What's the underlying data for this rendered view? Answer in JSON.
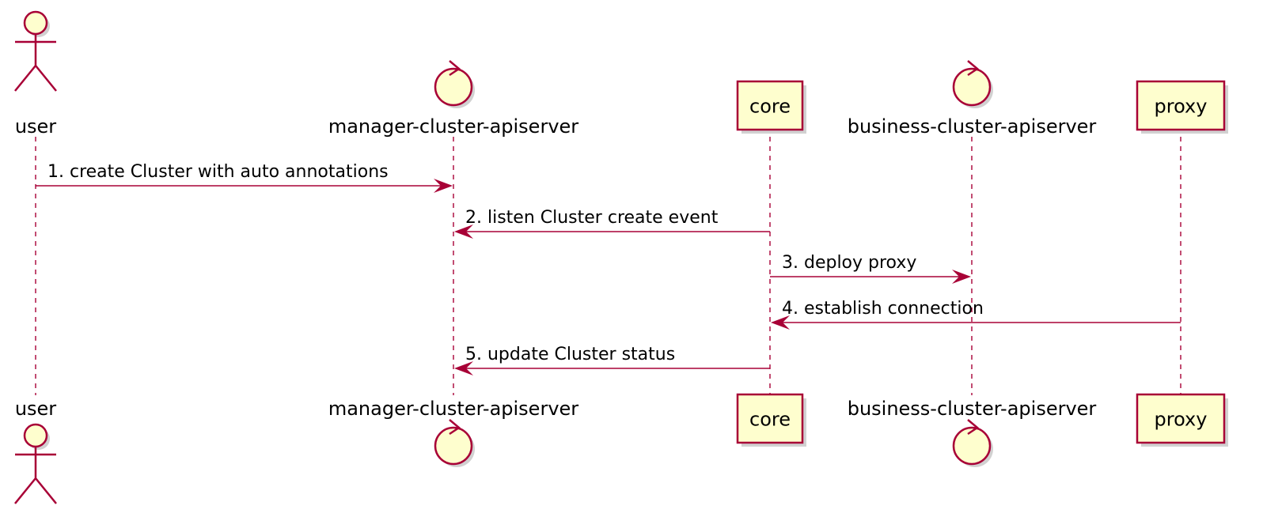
{
  "participants": [
    {
      "id": "user",
      "label": "user",
      "kind": "actor"
    },
    {
      "id": "manager",
      "label": "manager-cluster-apiserver",
      "kind": "control"
    },
    {
      "id": "core",
      "label": "core",
      "kind": "participant"
    },
    {
      "id": "business",
      "label": "business-cluster-apiserver",
      "kind": "control"
    },
    {
      "id": "proxy",
      "label": "proxy",
      "kind": "participant"
    }
  ],
  "messages": [
    {
      "from": "user",
      "to": "manager",
      "label": "1. create Cluster with auto annotations"
    },
    {
      "from": "core",
      "to": "manager",
      "label": "2. listen Cluster create event"
    },
    {
      "from": "core",
      "to": "business",
      "label": "3. deploy proxy"
    },
    {
      "from": "proxy",
      "to": "core",
      "label": "4. establish connection"
    },
    {
      "from": "core",
      "to": "manager",
      "label": "5. update Cluster status"
    }
  ],
  "colors": {
    "line": "#A80036",
    "fill": "#FEFECE",
    "text": "#000000"
  }
}
